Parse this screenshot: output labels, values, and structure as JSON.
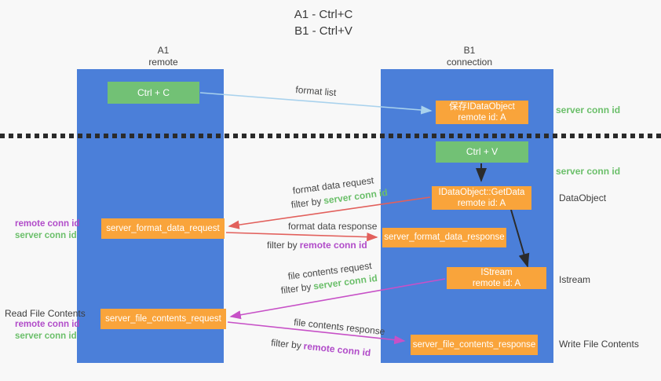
{
  "title": {
    "line1": "A1 - Ctrl+C",
    "line2": "B1 - Ctrl+V"
  },
  "lanes": {
    "left": {
      "name": "A1",
      "sub": "remote"
    },
    "right": {
      "name": "B1",
      "sub": "connection"
    }
  },
  "nodes": {
    "ctrl_c": {
      "label": "Ctrl + C"
    },
    "save_idataobject": {
      "line1": "保存IDataObject",
      "line2": "remote id: A"
    },
    "ctrl_v": {
      "label": "Ctrl + V"
    },
    "getdata": {
      "line1": "IDataObject::GetData",
      "line2": "remote id: A"
    },
    "format_request": {
      "label": "server_format_data_request"
    },
    "format_response": {
      "label": "server_format_data_response"
    },
    "istream": {
      "line1": "IStream",
      "line2": "remote id: A"
    },
    "file_request": {
      "label": "server_file_contents_request"
    },
    "file_response": {
      "label": "server_file_contents_response"
    }
  },
  "edge_labels": {
    "format_list": "format list",
    "format_data_request": "format data request",
    "format_data_response": "format data response",
    "file_contents_request": "file contents request",
    "file_contents_response": "file contents response",
    "filter_by": "filter by",
    "server_conn_id": "server conn id",
    "remote_conn_id": "remote conn id"
  },
  "annotations": {
    "right_top_server_conn_id": "server conn id",
    "right_mid_server_conn_id": "server conn id",
    "dataobject": "DataObject",
    "istream": "Istream",
    "write_file_contents": "Write File Contents",
    "read_file_contents": "Read File Contents",
    "left_top_remote_conn_id": "remote conn id",
    "left_top_server_conn_id": "server conn id",
    "left_bottom_remote_conn_id": "remote conn id",
    "left_bottom_server_conn_id": "server conn id"
  },
  "colors": {
    "lane_blue": "#4b7fd9",
    "box_green": "#72c175",
    "box_orange": "#f9a43b",
    "accent_green": "#6bbf6a",
    "accent_purple": "#b14cc9",
    "arrow_red": "#e2605c",
    "arrow_magenta": "#c751c7",
    "arrow_light_blue": "#a9d2ed",
    "arrow_black": "#2b2b2b",
    "background": "#f8f8f8"
  }
}
